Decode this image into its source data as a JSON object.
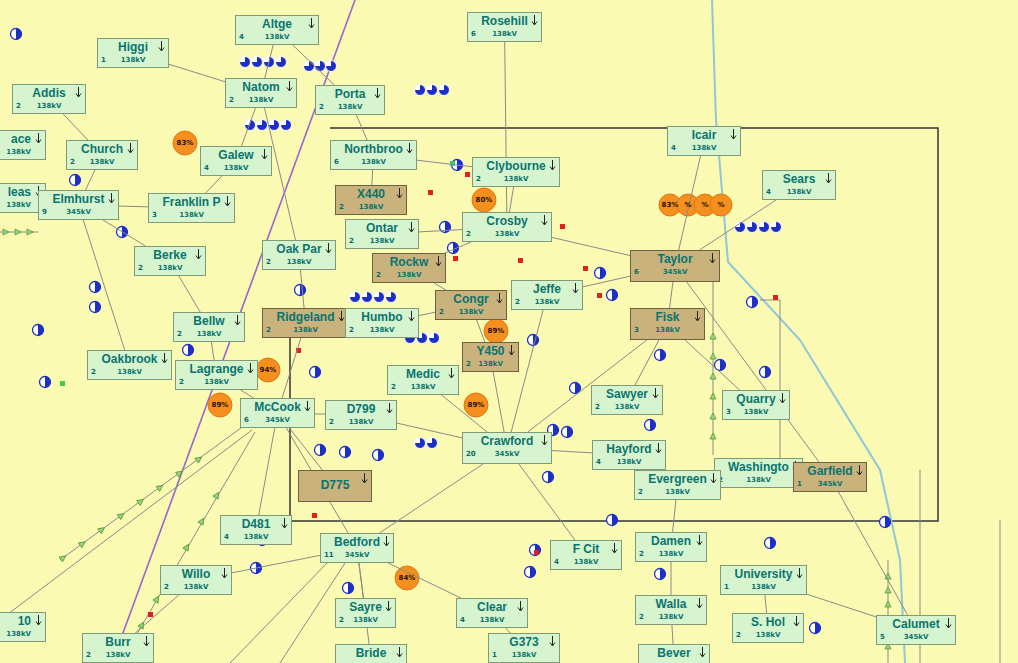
{
  "diagram": {
    "nodes": [
      {
        "text": [
          "Higgi",
          "1",
          "138kV"
        ]
      },
      {
        "text": [
          "Altge",
          "4",
          "138kV"
        ]
      },
      {
        "text": [
          "Rosehill",
          "6",
          "138kV"
        ]
      },
      {
        "text": [
          "Addis",
          "2",
          "138kV"
        ]
      },
      {
        "text": [
          "Natom",
          "2",
          "138kV"
        ]
      },
      {
        "text": [
          "Porta",
          "2",
          "138kV"
        ]
      },
      {
        "text": [
          "ace",
          "138kV"
        ]
      },
      {
        "text": [
          "Church",
          "2",
          "138kV"
        ]
      },
      {
        "text": [
          "Northbroo",
          "6",
          "138kV"
        ]
      },
      {
        "text": [
          "Galew",
          "4",
          "138kV"
        ]
      },
      {
        "text": [
          "Icair",
          "4",
          "138kV"
        ]
      },
      {
        "text": [
          "Clybourne",
          "2",
          "138kV"
        ]
      },
      {
        "text": [
          "leas",
          "138kV"
        ]
      },
      {
        "text": [
          "Elmhurst",
          "9",
          "345kV"
        ]
      },
      {
        "text": [
          "Franklin P",
          "3",
          "138kV"
        ]
      },
      {
        "text": [
          "Sears",
          "4",
          "138kV"
        ]
      },
      {
        "text": [
          "X440",
          "2",
          "138kV"
        ]
      },
      {
        "text": [
          "Ontar",
          "2",
          "138kV"
        ]
      },
      {
        "text": [
          "Crosby",
          "2",
          "138kV"
        ]
      },
      {
        "text": [
          "Berke",
          "2",
          "138kV"
        ]
      },
      {
        "text": [
          "Oak Par",
          "2",
          "138kV"
        ]
      },
      {
        "text": [
          "Rockw",
          "2",
          "138kV"
        ]
      },
      {
        "text": [
          "Taylor",
          "6",
          "345kV"
        ]
      },
      {
        "text": [
          "Jeffe",
          "2",
          "138kV"
        ]
      },
      {
        "text": [
          "Congr",
          "2",
          "138kV"
        ]
      },
      {
        "text": [
          "Ridgeland",
          "2",
          "138kV"
        ]
      },
      {
        "text": [
          "Humbo",
          "2",
          "138kV"
        ]
      },
      {
        "text": [
          "Bellw",
          "2",
          "138kV"
        ]
      },
      {
        "text": [
          "Fisk",
          "3",
          "138kV"
        ]
      },
      {
        "text": [
          "Y450",
          "2",
          "138kV"
        ]
      },
      {
        "text": [
          "Oakbrook",
          "2",
          "138kV"
        ]
      },
      {
        "text": [
          "Lagrange",
          "2",
          "138kV"
        ]
      },
      {
        "text": [
          "Medic",
          "2",
          "138kV"
        ]
      },
      {
        "text": [
          "Sawyer",
          "2",
          "138kV"
        ]
      },
      {
        "text": [
          "Quarry",
          "3",
          "138kV"
        ]
      },
      {
        "text": [
          "McCook",
          "6",
          "345kV"
        ]
      },
      {
        "text": [
          "D799",
          "2",
          "138kV"
        ]
      },
      {
        "text": [
          "Crawford",
          "20",
          "345kV"
        ]
      },
      {
        "text": [
          "Hayford",
          "4",
          "138kV"
        ]
      },
      {
        "text": [
          "Washingto",
          "2",
          "138kV"
        ]
      },
      {
        "text": [
          "Garfield",
          "1",
          "345kV"
        ]
      },
      {
        "text": [
          "Evergreen",
          "2",
          "138kV"
        ]
      },
      {
        "text": [
          "D775"
        ]
      },
      {
        "text": [
          "D481",
          "4",
          "138kV"
        ]
      },
      {
        "text": [
          "Bedford",
          "11",
          "345kV"
        ]
      },
      {
        "text": [
          "F Cit",
          "4",
          "138kV"
        ]
      },
      {
        "text": [
          "Damen",
          "2",
          "138kV"
        ]
      },
      {
        "text": [
          "Willo",
          "2",
          "138kV"
        ]
      },
      {
        "text": [
          "University",
          "1",
          "138kV"
        ]
      },
      {
        "text": [
          "Sayre",
          "2",
          "138kV"
        ]
      },
      {
        "text": [
          "Clear",
          "4",
          "138kV"
        ]
      },
      {
        "text": [
          "Walla",
          "2",
          "138kV"
        ]
      },
      {
        "text": [
          "S. Hol",
          "2",
          "138kV"
        ]
      },
      {
        "text": [
          "10",
          "138kV"
        ]
      },
      {
        "text": [
          "Calumet",
          "5",
          "345kV"
        ]
      },
      {
        "text": [
          "Burr",
          "2",
          "138kV"
        ]
      },
      {
        "text": [
          "Bride"
        ]
      },
      {
        "text": [
          "G373",
          "1",
          "138kV"
        ]
      },
      {
        "text": [
          "Bever"
        ]
      }
    ],
    "edges": [
      {
        "from": 0,
        "to": 4,
        "arrow": "none"
      },
      {
        "from": 1,
        "to": 4,
        "arrow": "none"
      },
      {
        "from": 1,
        "to": 5,
        "arrow": "none"
      },
      {
        "from": 4,
        "to": 9,
        "arrow": "none"
      },
      {
        "from": 4,
        "to": 20,
        "arrow": "none"
      },
      {
        "from": 5,
        "to": 8,
        "arrow": "none"
      },
      {
        "from": 2,
        "to": 18,
        "arrow": "none"
      },
      {
        "from": 3,
        "to": 7,
        "arrow": "none"
      },
      {
        "from": 7,
        "to": 13,
        "arrow": "none"
      },
      {
        "from": 13,
        "to": 14,
        "arrow": "none"
      },
      {
        "from": 14,
        "to": 9,
        "arrow": "none"
      },
      {
        "from": 8,
        "to": 11,
        "arrow": "none"
      },
      {
        "from": 8,
        "to": 16,
        "arrow": "none"
      },
      {
        "from": 17,
        "to": 18,
        "arrow": "none"
      },
      {
        "from": 11,
        "to": 18,
        "arrow": "none"
      },
      {
        "from": 21,
        "to": 18,
        "arrow": "none"
      },
      {
        "from": 18,
        "to": 22,
        "arrow": "none"
      },
      {
        "from": 10,
        "to": 22,
        "arrow": "none"
      },
      {
        "from": 15,
        "to": 22,
        "arrow": "none"
      },
      {
        "from": 22,
        "to": 23,
        "arrow": "none"
      },
      {
        "from": 22,
        "to": 28,
        "arrow": "none"
      },
      {
        "from": 13,
        "to": 19,
        "arrow": "none"
      },
      {
        "from": 19,
        "to": 27,
        "arrow": "none"
      },
      {
        "from": 13,
        "to": 30,
        "arrow": "none"
      },
      {
        "from": 20,
        "to": 25,
        "arrow": "none"
      },
      {
        "from": 21,
        "to": 24,
        "arrow": "none"
      },
      {
        "from": 26,
        "to": 24,
        "arrow": "none"
      },
      {
        "from": 24,
        "to": 29,
        "arrow": "none"
      },
      {
        "from": 29,
        "to": 37,
        "arrow": "none"
      },
      {
        "from": 23,
        "to": 37,
        "arrow": "none"
      },
      {
        "from": 28,
        "to": 37,
        "arrow": "none"
      },
      {
        "from": 28,
        "to": 33,
        "arrow": "none"
      },
      {
        "from": 28,
        "to": 34,
        "arrow": "none"
      },
      {
        "from": 25,
        "to": 35,
        "arrow": "none"
      },
      {
        "from": 31,
        "to": 35,
        "arrow": "none"
      },
      {
        "from": 27,
        "to": 31,
        "arrow": "none"
      },
      {
        "from": 35,
        "to": 36,
        "arrow": "none"
      },
      {
        "from": 36,
        "to": 37,
        "arrow": "none"
      },
      {
        "from": 32,
        "to": 37,
        "arrow": "none"
      },
      {
        "from": 37,
        "to": 38,
        "arrow": "none"
      },
      {
        "from": 38,
        "to": 41,
        "arrow": "none"
      },
      {
        "from": 40,
        "to": 22,
        "arrow": "none"
      },
      {
        "from": 39,
        "to": 40,
        "arrow": "none"
      },
      {
        "from": 35,
        "to": 42,
        "arrow": "none"
      },
      {
        "from": 35,
        "to": 43,
        "arrow": "none"
      },
      {
        "from": 35,
        "to": 44,
        "arrow": "none"
      },
      {
        "from": 44,
        "to": 37,
        "arrow": "none"
      },
      {
        "from": 37,
        "to": 45,
        "arrow": "none"
      },
      {
        "from": 41,
        "to": 46,
        "arrow": "none"
      },
      {
        "from": 46,
        "to": 51,
        "arrow": "none"
      },
      {
        "from": 44,
        "to": 47,
        "arrow": "none"
      },
      {
        "from": 44,
        "to": 49,
        "arrow": "none"
      },
      {
        "from": 44,
        "to": 50,
        "arrow": "none"
      },
      {
        "from": 40,
        "to": 54,
        "arrow": "none"
      },
      {
        "from": 48,
        "to": 52,
        "arrow": "none"
      },
      {
        "from": 47,
        "to": 55,
        "arrow": "none"
      },
      {
        "from": 44,
        "to": 56,
        "arrow": "none"
      },
      {
        "from": 50,
        "to": 57,
        "arrow": "none"
      },
      {
        "from": 51,
        "to": 58,
        "arrow": "none"
      },
      {
        "from": 54,
        "to": 48,
        "arrow": "none"
      }
    ],
    "labels": [
      "83%",
      "80%",
      "83%",
      "%",
      "%",
      "%",
      "89%",
      "94%",
      "89%",
      "89%",
      "84%"
    ]
  }
}
